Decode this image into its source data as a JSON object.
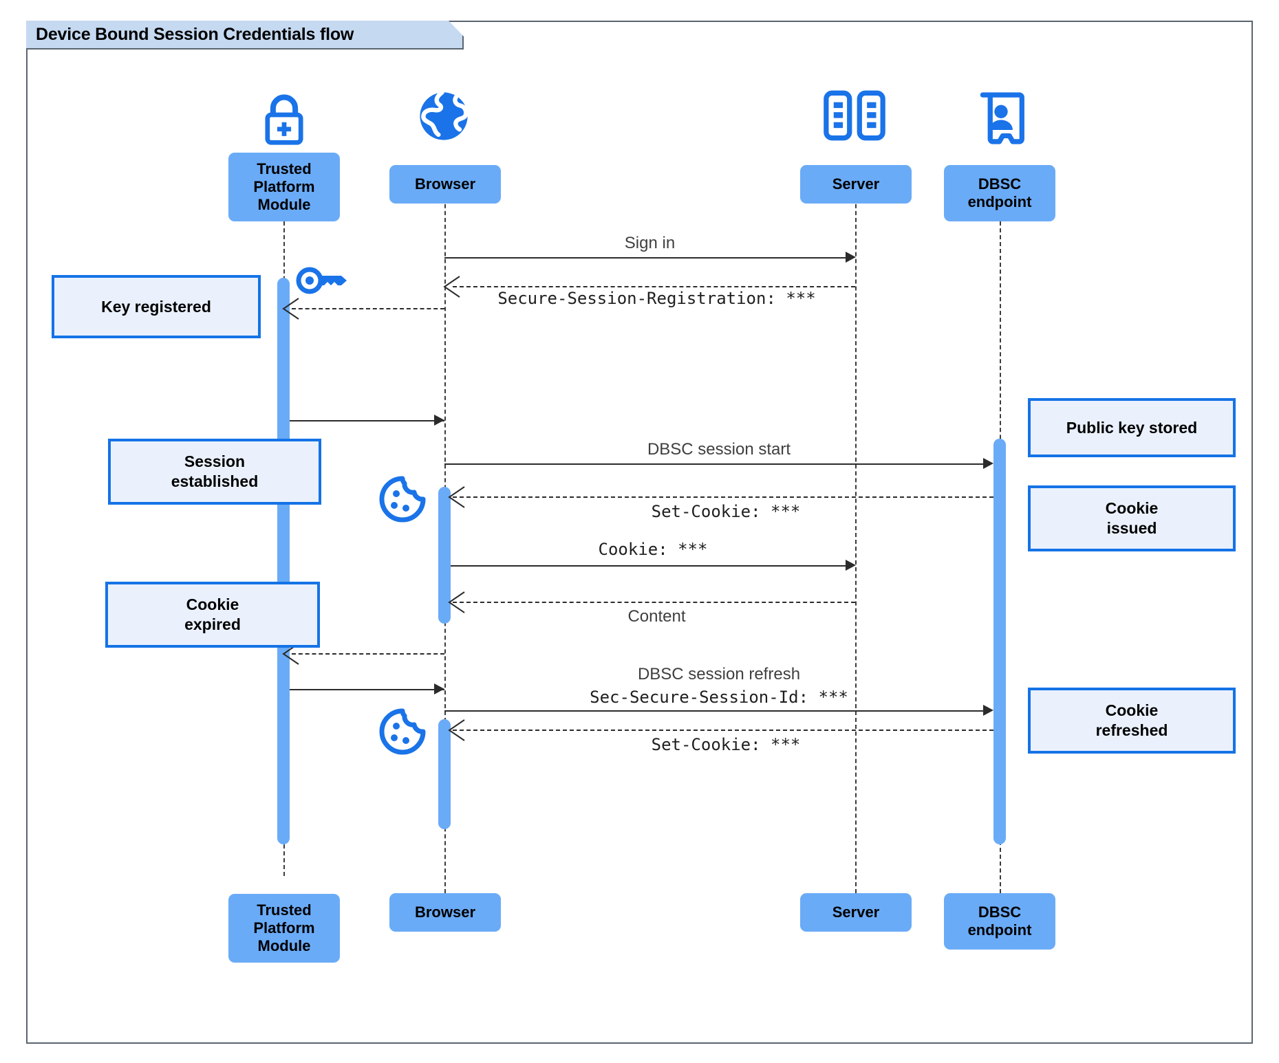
{
  "diagram": {
    "type": "uml-sequence-diagram",
    "frame_title": "Device Bound Session Credentials flow",
    "colors": {
      "frame_border": "#5a6470",
      "frame_tab_fill": "#c5d9f1",
      "participant_fill": "#6aabf7",
      "note_fill": "#eaf1fd",
      "note_border": "#1573e6",
      "activation_fill": "#6aabf7",
      "icon_blue": "#1a73e8",
      "message_line": "#2b2b2b"
    }
  },
  "participants": [
    {
      "id": "tpm",
      "label": "Trusted Platform Module",
      "icon": "padlock-plus-icon"
    },
    {
      "id": "browser",
      "label": "Browser",
      "icon": "globe-icon"
    },
    {
      "id": "server",
      "label": "Server",
      "icon": "server-rack-icon"
    },
    {
      "id": "dbsc",
      "label": "DBSC endpoint",
      "icon": "id-badge-person-icon"
    }
  ],
  "participants_bottom": [
    {
      "id": "tpm",
      "label": "Trusted Platform Module"
    },
    {
      "id": "browser",
      "label": "Browser"
    },
    {
      "id": "server",
      "label": "Server"
    },
    {
      "id": "dbsc",
      "label": "DBSC endpoint"
    }
  ],
  "messages": [
    {
      "id": "m1",
      "from": "browser",
      "to": "server",
      "label": "Sign in",
      "style": "solid",
      "font": "sans"
    },
    {
      "id": "m2",
      "from": "server",
      "to": "browser",
      "label": "Secure-Session-Registration: ***",
      "style": "dashed",
      "font": "mono"
    },
    {
      "id": "m3",
      "from": "browser",
      "to": "tpm",
      "label": "",
      "style": "dashed",
      "font": "sans"
    },
    {
      "id": "m4",
      "from": "tpm",
      "to": "browser",
      "label": "",
      "style": "solid",
      "font": "sans"
    },
    {
      "id": "m5",
      "from": "browser",
      "to": "dbsc",
      "label": "DBSC session start",
      "style": "solid",
      "font": "sans"
    },
    {
      "id": "m6",
      "from": "dbsc",
      "to": "browser",
      "label": "Set-Cookie: ***",
      "style": "dashed",
      "font": "mono"
    },
    {
      "id": "m7",
      "from": "browser",
      "to": "server",
      "label": "Cookie: ***",
      "style": "solid",
      "font": "mono"
    },
    {
      "id": "m8",
      "from": "server",
      "to": "browser",
      "label": "Content",
      "style": "dashed",
      "font": "sans"
    },
    {
      "id": "m9",
      "from": "browser",
      "to": "tpm",
      "label": "",
      "style": "dashed",
      "font": "sans"
    },
    {
      "id": "m10",
      "from": "tpm",
      "to": "browser",
      "label": "",
      "style": "solid",
      "font": "sans"
    },
    {
      "id": "m11",
      "from": "browser",
      "to": "dbsc",
      "label_line1": "DBSC session refresh",
      "label_line2": "Sec-Secure-Session-Id: ***",
      "style": "solid",
      "font": "mixed"
    },
    {
      "id": "m12",
      "from": "dbsc",
      "to": "browser",
      "label": "Set-Cookie: ***",
      "style": "dashed",
      "font": "mono"
    }
  ],
  "notes": [
    {
      "id": "n1",
      "side": "left",
      "target": "tpm",
      "text": "Key registered"
    },
    {
      "id": "n2",
      "side": "left",
      "target": "tpm",
      "text": "Session established"
    },
    {
      "id": "n3",
      "side": "left",
      "target": "tpm",
      "text": "Cookie expired"
    },
    {
      "id": "n4",
      "side": "right",
      "target": "dbsc",
      "text": "Public key stored"
    },
    {
      "id": "n5",
      "side": "right",
      "target": "dbsc",
      "text": "Cookie issued"
    },
    {
      "id": "n6",
      "side": "right",
      "target": "dbsc",
      "text": "Cookie refreshed"
    }
  ],
  "decorative_icons": [
    {
      "id": "key1",
      "name": "key-icon",
      "near": "tpm-lifeline"
    },
    {
      "id": "cookie1",
      "name": "cookie-icon",
      "near": "browser-lifeline"
    },
    {
      "id": "cookie2",
      "name": "cookie-icon",
      "near": "browser-lifeline"
    }
  ]
}
